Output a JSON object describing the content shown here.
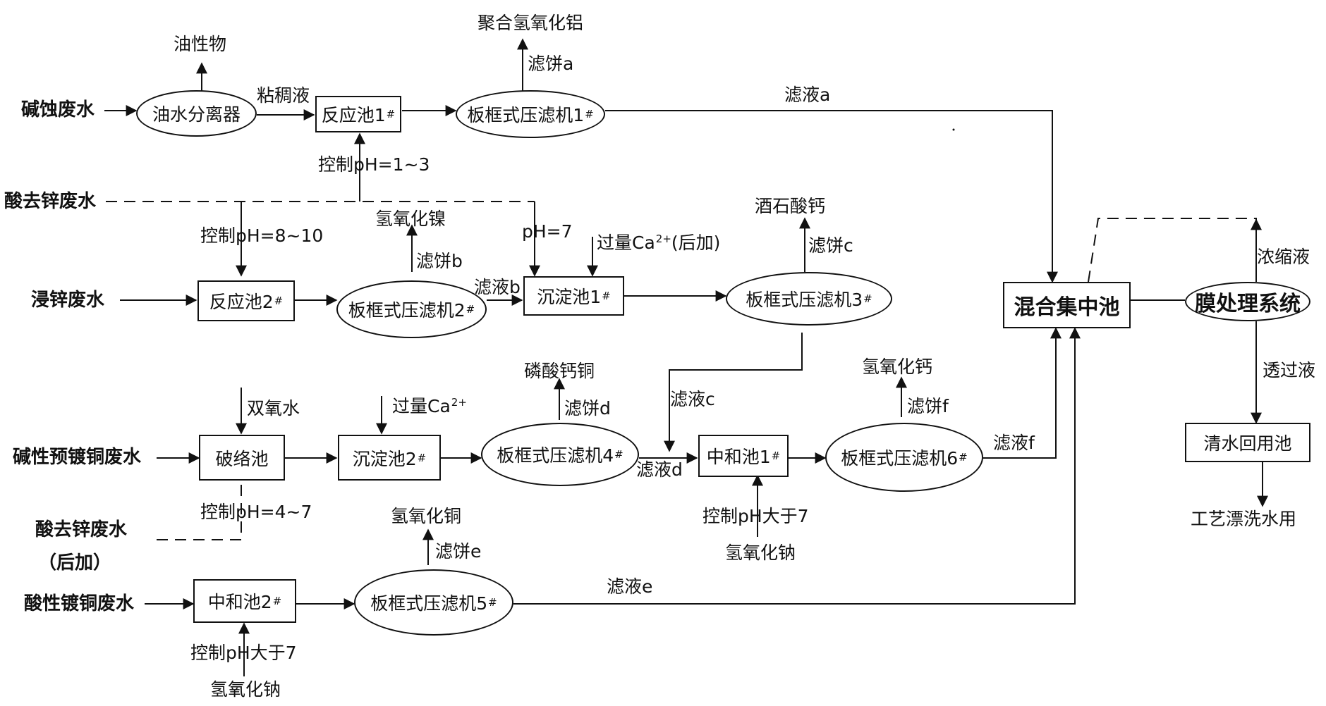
{
  "sources": {
    "alkali_etch": "碱蚀废水",
    "acid_dezinc": "酸去锌废水",
    "zinc_dip": "浸锌废水",
    "alkaline_copper": "碱性预镀铜废水",
    "acid_dezinc_late": "酸去锌废水",
    "acid_dezinc_late_note": "（后加）",
    "acid_copper": "酸性镀铜废水"
  },
  "units": {
    "oil_separator": "油水分离器",
    "reactor1": "反应池1",
    "filter1": "板框式压滤机1",
    "reactor2": "反应池2",
    "filter2": "板框式压滤机2",
    "settle1": "沉淀池1",
    "filter3": "板框式压滤机3",
    "break_pool": "破络池",
    "settle2": "沉淀池2",
    "filter4": "板框式压滤机4",
    "neutral1": "中和池1",
    "filter6": "板框式压滤机6",
    "neutral2": "中和池2",
    "filter5": "板框式压滤机5",
    "mixing_pool": "混合集中池",
    "membrane": "膜处理系统",
    "clear_water": "清水回用池",
    "unit_mark": "#"
  },
  "products": {
    "oily": "油性物",
    "pac": "聚合氢氧化铝",
    "nickel_hydroxide": "氢氧化镍",
    "calcium_tartrate": "酒石酸钙",
    "calcium_copper_phosphate": "磷酸钙铜",
    "calcium_hydroxide": "氢氧化钙",
    "copper_hydroxide": "氢氧化铜",
    "rinse_use": "工艺漂洗水用"
  },
  "flows": {
    "viscous": "粘稠液",
    "cake_a": "滤饼a",
    "filtrate_a": "滤液a",
    "ph_1_3": "控制pH=1~3",
    "ph_8_10": "控制pH=8~10",
    "cake_b": "滤饼b",
    "filtrate_b": "滤液b",
    "ph_7": "pH=7",
    "excess_ca_late": "过量Ca",
    "excess_ca_late_sup": "2+",
    "excess_ca_late_note": "(后加)",
    "cake_c": "滤饼c",
    "filtrate_c": "滤液c",
    "h2o2": "双氧水",
    "excess_ca": "过量Ca",
    "excess_ca_sup": "2+",
    "cake_d": "滤饼d",
    "filtrate_d": "滤液d",
    "cake_f": "滤饼f",
    "filtrate_f": "滤液f",
    "ph_4_7": "控制pH=4~7",
    "ph_gt7_1": "控制pH大于7",
    "naoh_1": "氢氧化钠",
    "cake_e": "滤饼e",
    "filtrate_e": "滤液e",
    "ph_gt7_2": "控制pH大于7",
    "naoh_2": "氢氧化钠",
    "concentrate": "浓缩液",
    "permeate": "透过液"
  }
}
